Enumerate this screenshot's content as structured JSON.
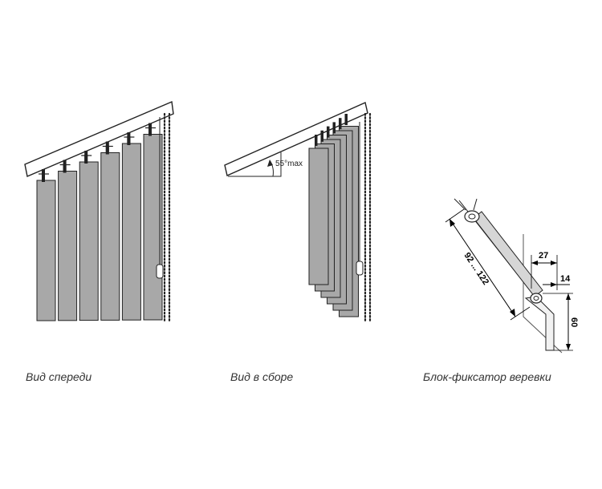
{
  "captions": {
    "front_view": "Вид спереди",
    "stacked_view": "Вид в сборе",
    "cord_lock": "Блок-фиксатор веревки"
  },
  "annotations": {
    "angle": "55°max",
    "cord_length": "92 ... 122",
    "dim_width": "27",
    "dim_small": "14",
    "dim_height": "60"
  },
  "colors": {
    "slat_fill": "#a8a8a8",
    "line": "#222222",
    "rail_fill": "#ffffff",
    "dimension": "#000000"
  },
  "front_view": {
    "slat_count": 6
  },
  "stacked_view": {
    "slat_count": 6
  }
}
